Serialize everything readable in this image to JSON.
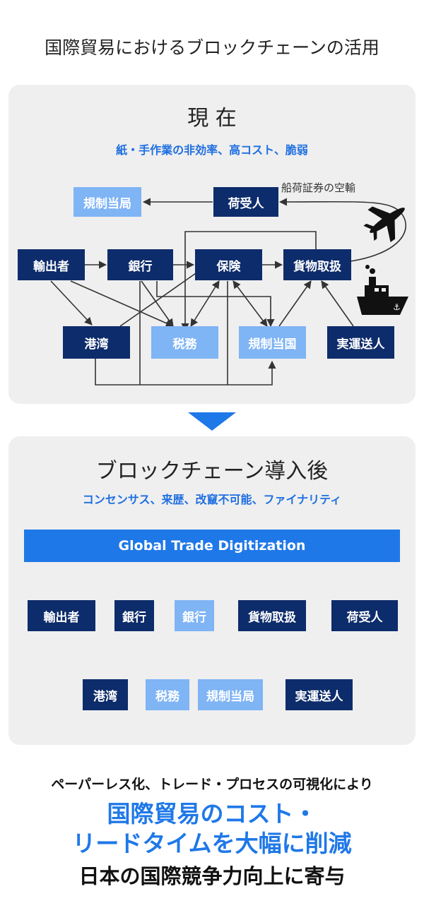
{
  "title": "国際貿易におけるブロックチェーンの活用",
  "current": {
    "heading": "現 在",
    "subtitle": "紙・手作業の非効率、高コスト、脆弱",
    "nodes": {
      "regulator": "規制当局",
      "consignee": "荷受人",
      "exporter": "輸出者",
      "bank": "銀行",
      "insurance": "保険",
      "cargo": "貨物取扱",
      "port": "港湾",
      "tax": "税務",
      "regulating_country": "規制当国",
      "carrier": "実運送人"
    },
    "bill_of_lading_note": "船荷証券の空輸"
  },
  "after": {
    "heading": "ブロックチェーン導入後",
    "subtitle": "コンセンサス、来歴、改竄不可能、ファイナリティ",
    "platform": "Global Trade Digitization",
    "top_row": [
      "輸出者",
      "銀行",
      "銀行",
      "貨物取扱",
      "荷受人"
    ],
    "bottom_row": [
      "港湾",
      "税務",
      "規制当局",
      "実運送人"
    ]
  },
  "footer": {
    "line1": "ペーパーレス化、トレード・プロセスの可視化により",
    "line2a": "国際貿易のコスト・",
    "line2b": "リードタイムを大幅に削減",
    "line3": "日本の国際競争力向上に寄与"
  },
  "colors": {
    "dark_box": "#0d2c6b",
    "light_box": "#7fb4f5",
    "accent_blue": "#1f78e8",
    "panel_bg": "#efefef",
    "connector_teal": "#1a7f74"
  }
}
